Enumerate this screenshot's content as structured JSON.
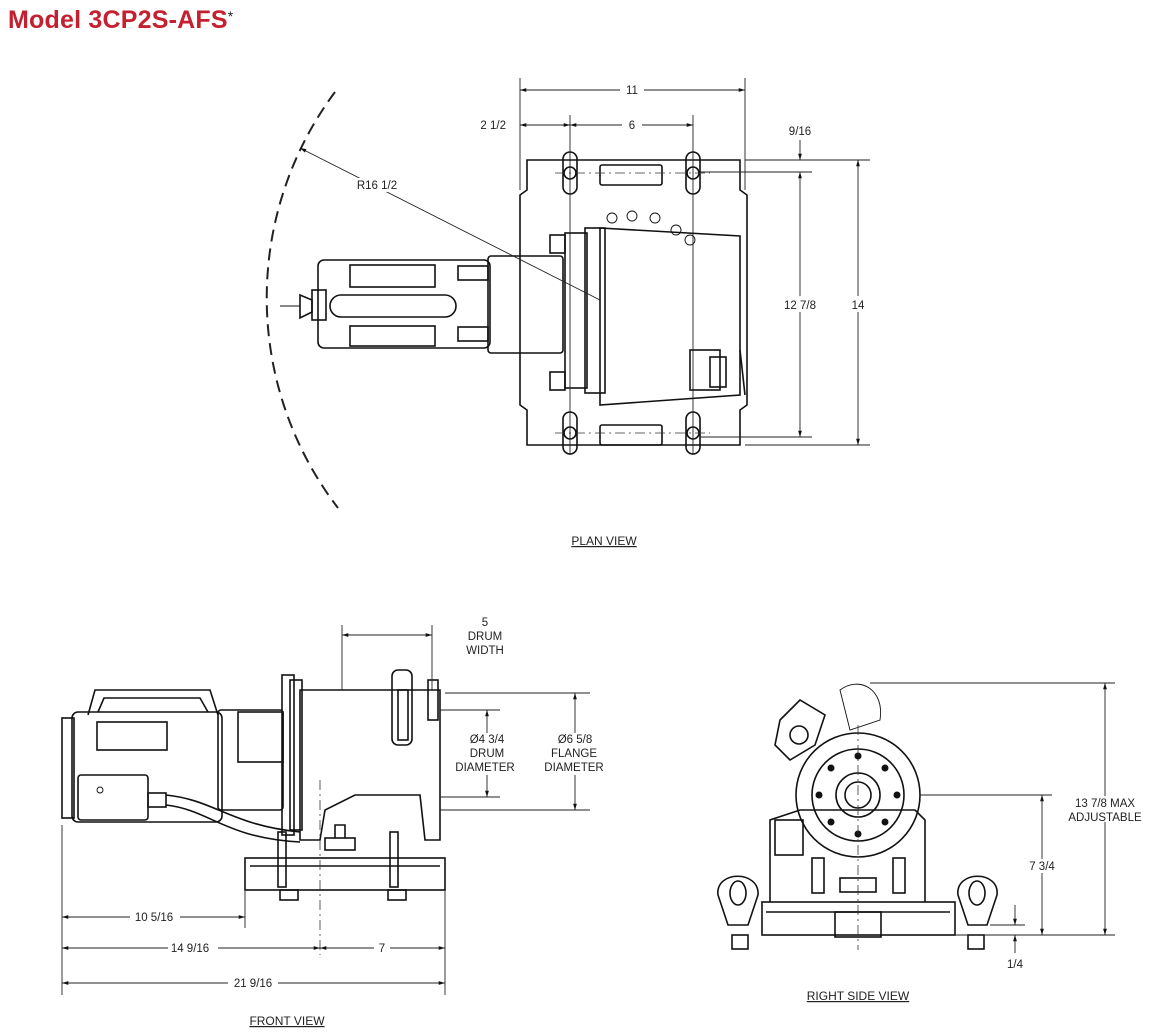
{
  "title": {
    "model": "Model 3CP2S-AFS",
    "asterisk": "*"
  },
  "plan_view": {
    "label": "PLAN VIEW",
    "dims": {
      "overall_width": "11",
      "offset": "2 1/2",
      "slot_spacing": "6",
      "edge_offset": "9/16",
      "radius": "R16 1/2",
      "slot_length": "12 7/8",
      "overall_length": "14"
    }
  },
  "front_view": {
    "label": "FRONT VIEW",
    "drum_width": {
      "value": "5",
      "line1": "DRUM",
      "line2": "WIDTH"
    },
    "drum_diameter": {
      "value": "Ø4 3/4",
      "line1": "DRUM",
      "line2": "DIAMETER"
    },
    "flange_diameter": {
      "value": "Ø6 5/8",
      "line1": "FLANGE",
      "line2": "DIAMETER"
    },
    "dims": {
      "motor_to_base": "10 5/16",
      "motor_to_drum": "14 9/16",
      "drum_to_end": "7",
      "overall": "21 9/16"
    }
  },
  "right_side_view": {
    "label": "RIGHT SIDE VIEW",
    "max_height": {
      "line1": "13 7/8 MAX",
      "line2": "ADJUSTABLE"
    },
    "center_height": "7 3/4",
    "base_thickness": "1/4"
  }
}
